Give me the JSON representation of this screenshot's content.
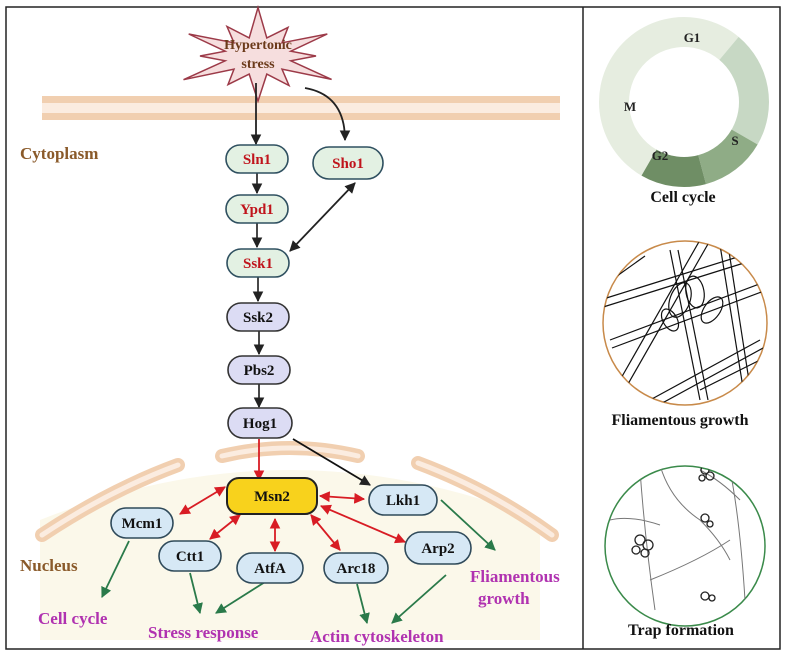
{
  "main_panel": {
    "stimulus": {
      "line1": "Hypertonic",
      "line2": "stress"
    },
    "compartments": {
      "cytoplasm": "Cytoplasm",
      "nucleus": "Nucleus"
    },
    "nodes": [
      {
        "id": "sln1",
        "label": "Sln1",
        "type": "sensor"
      },
      {
        "id": "sho1",
        "label": "Sho1",
        "type": "sensor"
      },
      {
        "id": "ypd1",
        "label": "Ypd1",
        "type": "sensor"
      },
      {
        "id": "ssk1",
        "label": "Ssk1",
        "type": "sensor"
      },
      {
        "id": "ssk2",
        "label": "Ssk2",
        "type": "kinase"
      },
      {
        "id": "pbs2",
        "label": "Pbs2",
        "type": "kinase"
      },
      {
        "id": "hog1",
        "label": "Hog1",
        "type": "kinase"
      },
      {
        "id": "msn2",
        "label": "Msn2",
        "type": "hub"
      },
      {
        "id": "lkh1",
        "label": "Lkh1",
        "type": "target"
      },
      {
        "id": "mcm1",
        "label": "Mcm1",
        "type": "target"
      },
      {
        "id": "ctt1",
        "label": "Ctt1",
        "type": "target"
      },
      {
        "id": "atfa",
        "label": "AtfA",
        "type": "target"
      },
      {
        "id": "arc18",
        "label": "Arc18",
        "type": "target"
      },
      {
        "id": "arp2",
        "label": "Arp2",
        "type": "target"
      }
    ],
    "outcomes": {
      "cell_cycle": "Cell cycle",
      "stress_response": "Stress response",
      "actin_cytoskeleton": "Actin cytoskeleton",
      "filamentous_line1": "Fliamentous",
      "filamentous_line2": "growth"
    }
  },
  "side_panel": {
    "cell_cycle": {
      "title": "Cell cycle",
      "phases": [
        "G1",
        "S",
        "G2",
        "M"
      ]
    },
    "filamentous": {
      "title": "Fliamentous growth"
    },
    "trap": {
      "title": "Trap formation"
    }
  },
  "colors": {
    "sensor_fill": "#e3f1e3",
    "sensor_text": "#c0141c",
    "kinase_fill": "#dcdcf4",
    "target_fill": "#d6e8f5",
    "hub_fill": "#f8d21c",
    "membrane": "#f1cfb0",
    "membrane_inner": "#fbece0",
    "nucleus_bg": "#fbf8ea",
    "compartment_text": "#8a5a2a",
    "outcome_text": "#b032b0",
    "red_arrow": "#d81c24",
    "green_arrow": "#2a7a4a",
    "star_fill": "#f6dede",
    "star_stroke": "#9c3a48"
  }
}
